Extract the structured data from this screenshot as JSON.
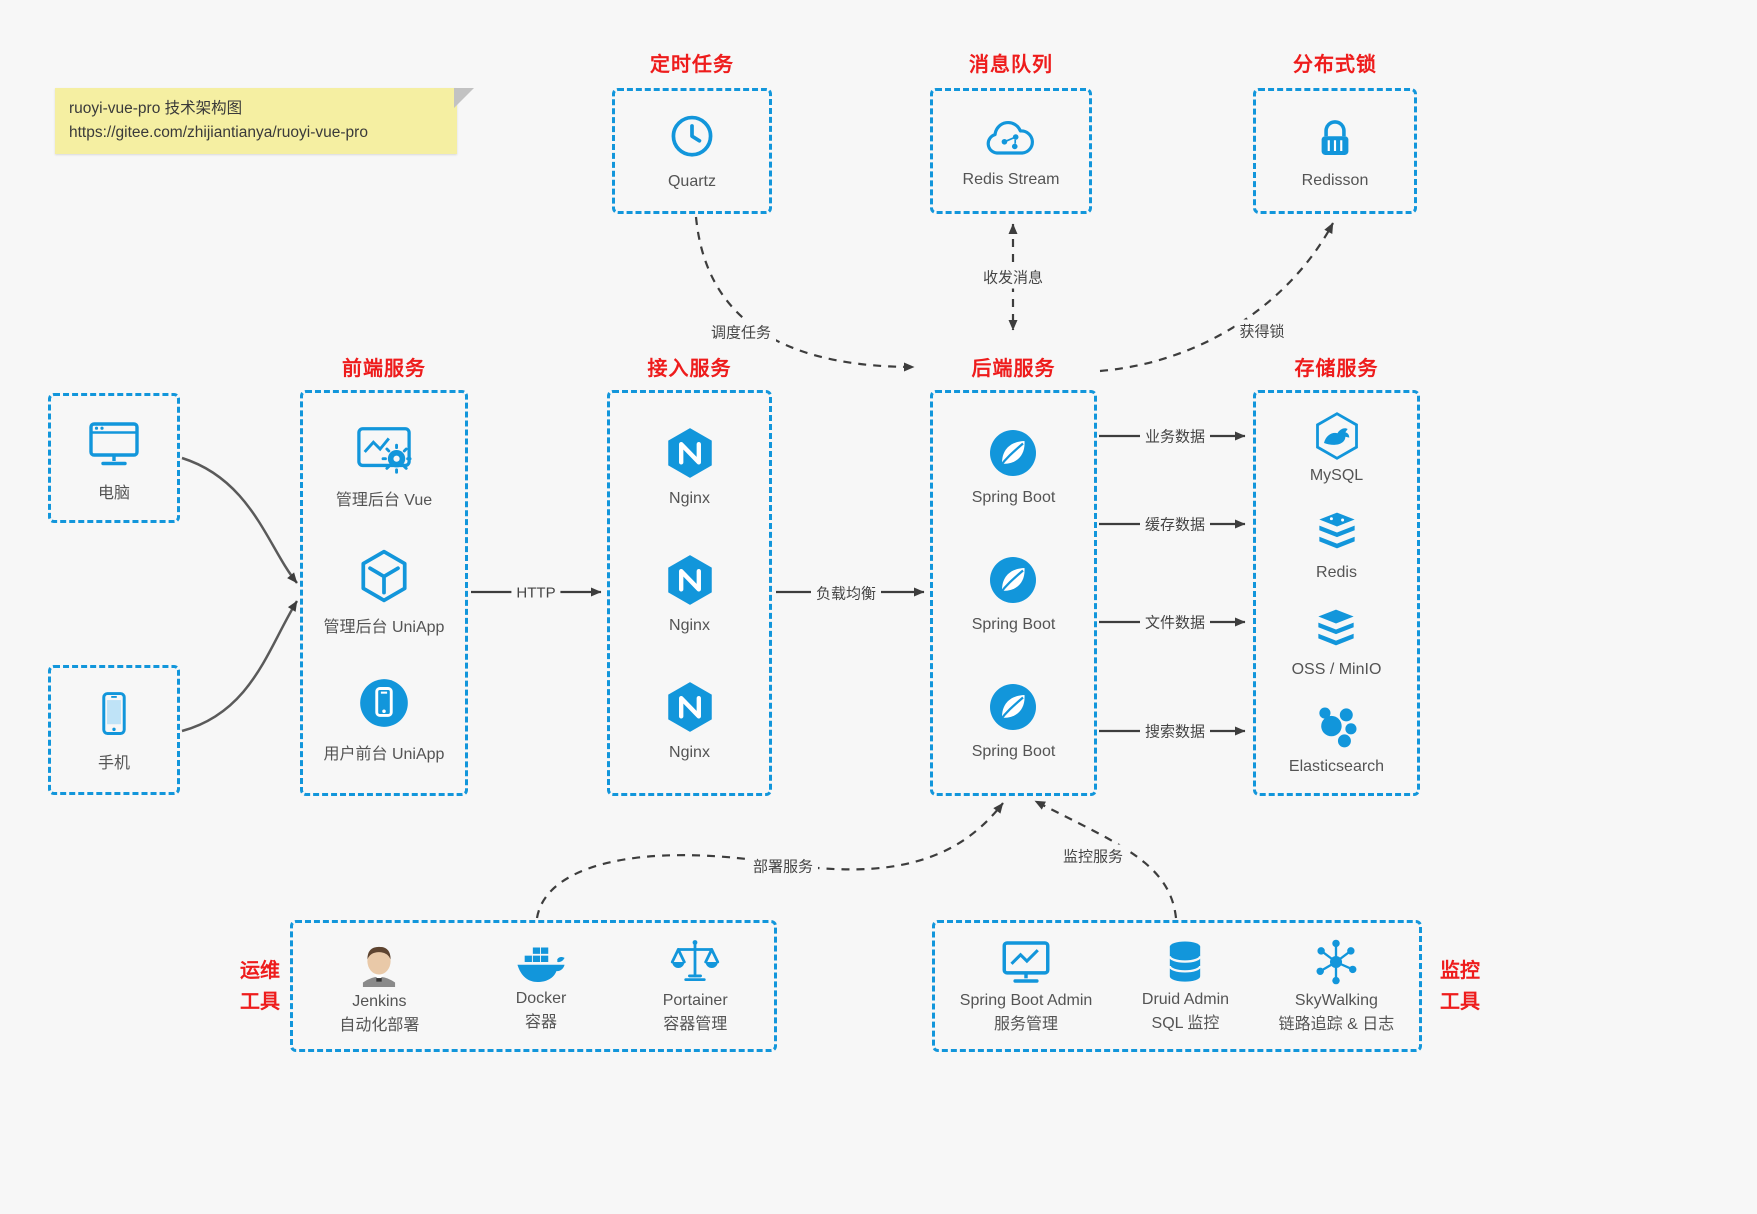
{
  "note": {
    "line1": "ruoyi-vue-pro 技术架构图",
    "line2": "https://gitee.com/zhijiantianya/ruoyi-vue-pro"
  },
  "top_services": [
    {
      "title": "定时任务",
      "label": "Quartz",
      "icon": "clock-icon"
    },
    {
      "title": "消息队列",
      "label": "Redis Stream",
      "icon": "cloud-icon"
    },
    {
      "title": "分布式锁",
      "label": "Redisson",
      "icon": "lock-icon"
    }
  ],
  "clients": [
    {
      "label": "电脑",
      "icon": "computer-icon"
    },
    {
      "label": "手机",
      "icon": "phone-icon"
    }
  ],
  "columns": [
    {
      "title": "前端服务",
      "items": [
        {
          "label": "管理后台 Vue",
          "icon": "admin-vue-icon"
        },
        {
          "label": "管理后台 UniApp",
          "icon": "admin-uniapp-icon"
        },
        {
          "label": "用户前台 UniApp",
          "icon": "user-uniapp-icon"
        }
      ]
    },
    {
      "title": "接入服务",
      "items": [
        {
          "label": "Nginx",
          "icon": "nginx-icon"
        },
        {
          "label": "Nginx",
          "icon": "nginx-icon"
        },
        {
          "label": "Nginx",
          "icon": "nginx-icon"
        }
      ]
    },
    {
      "title": "后端服务",
      "items": [
        {
          "label": "Spring Boot",
          "icon": "spring-boot-icon"
        },
        {
          "label": "Spring Boot",
          "icon": "spring-boot-icon"
        },
        {
          "label": "Spring Boot",
          "icon": "spring-boot-icon"
        }
      ]
    },
    {
      "title": "存储服务",
      "items": [
        {
          "label": "MySQL",
          "icon": "mysql-icon"
        },
        {
          "label": "Redis",
          "icon": "redis-icon"
        },
        {
          "label": "OSS / MinIO",
          "icon": "oss-minio-icon"
        },
        {
          "label": "Elasticsearch",
          "icon": "elasticsearch-icon"
        }
      ]
    }
  ],
  "tool_groups": [
    {
      "side_title": [
        "运维",
        "工具"
      ],
      "items": [
        {
          "name": "Jenkins",
          "desc": "自动化部署",
          "icon": "jenkins-icon"
        },
        {
          "name": "Docker",
          "desc": "容器",
          "icon": "docker-icon"
        },
        {
          "name": "Portainer",
          "desc": "容器管理",
          "icon": "portainer-icon"
        }
      ]
    },
    {
      "side_title": [
        "监控",
        "工具"
      ],
      "items": [
        {
          "name": "Spring Boot Admin",
          "desc": "服务管理",
          "icon": "spring-boot-admin-icon"
        },
        {
          "name": "Druid Admin",
          "desc": "SQL 监控",
          "icon": "druid-icon"
        },
        {
          "name": "SkyWalking",
          "desc": "链路追踪 & 日志",
          "icon": "skywalking-icon"
        }
      ]
    }
  ],
  "edge_labels": {
    "schedule": "调度任务",
    "message": "收发消息",
    "lock": "获得锁",
    "http": "HTTP",
    "load_balance": "负载均衡",
    "business_data": "业务数据",
    "cache_data": "缓存数据",
    "file_data": "文件数据",
    "search_data": "搜索数据",
    "deploy": "部署服务",
    "monitor": "监控服务"
  },
  "colors": {
    "accent_blue": "#1296db",
    "title_red": "#ee1c1c",
    "note_bg": "#f5efa2",
    "arrow_dark": "#3d3d3d",
    "background": "#f7f7f7",
    "label_gray": "#545454"
  }
}
